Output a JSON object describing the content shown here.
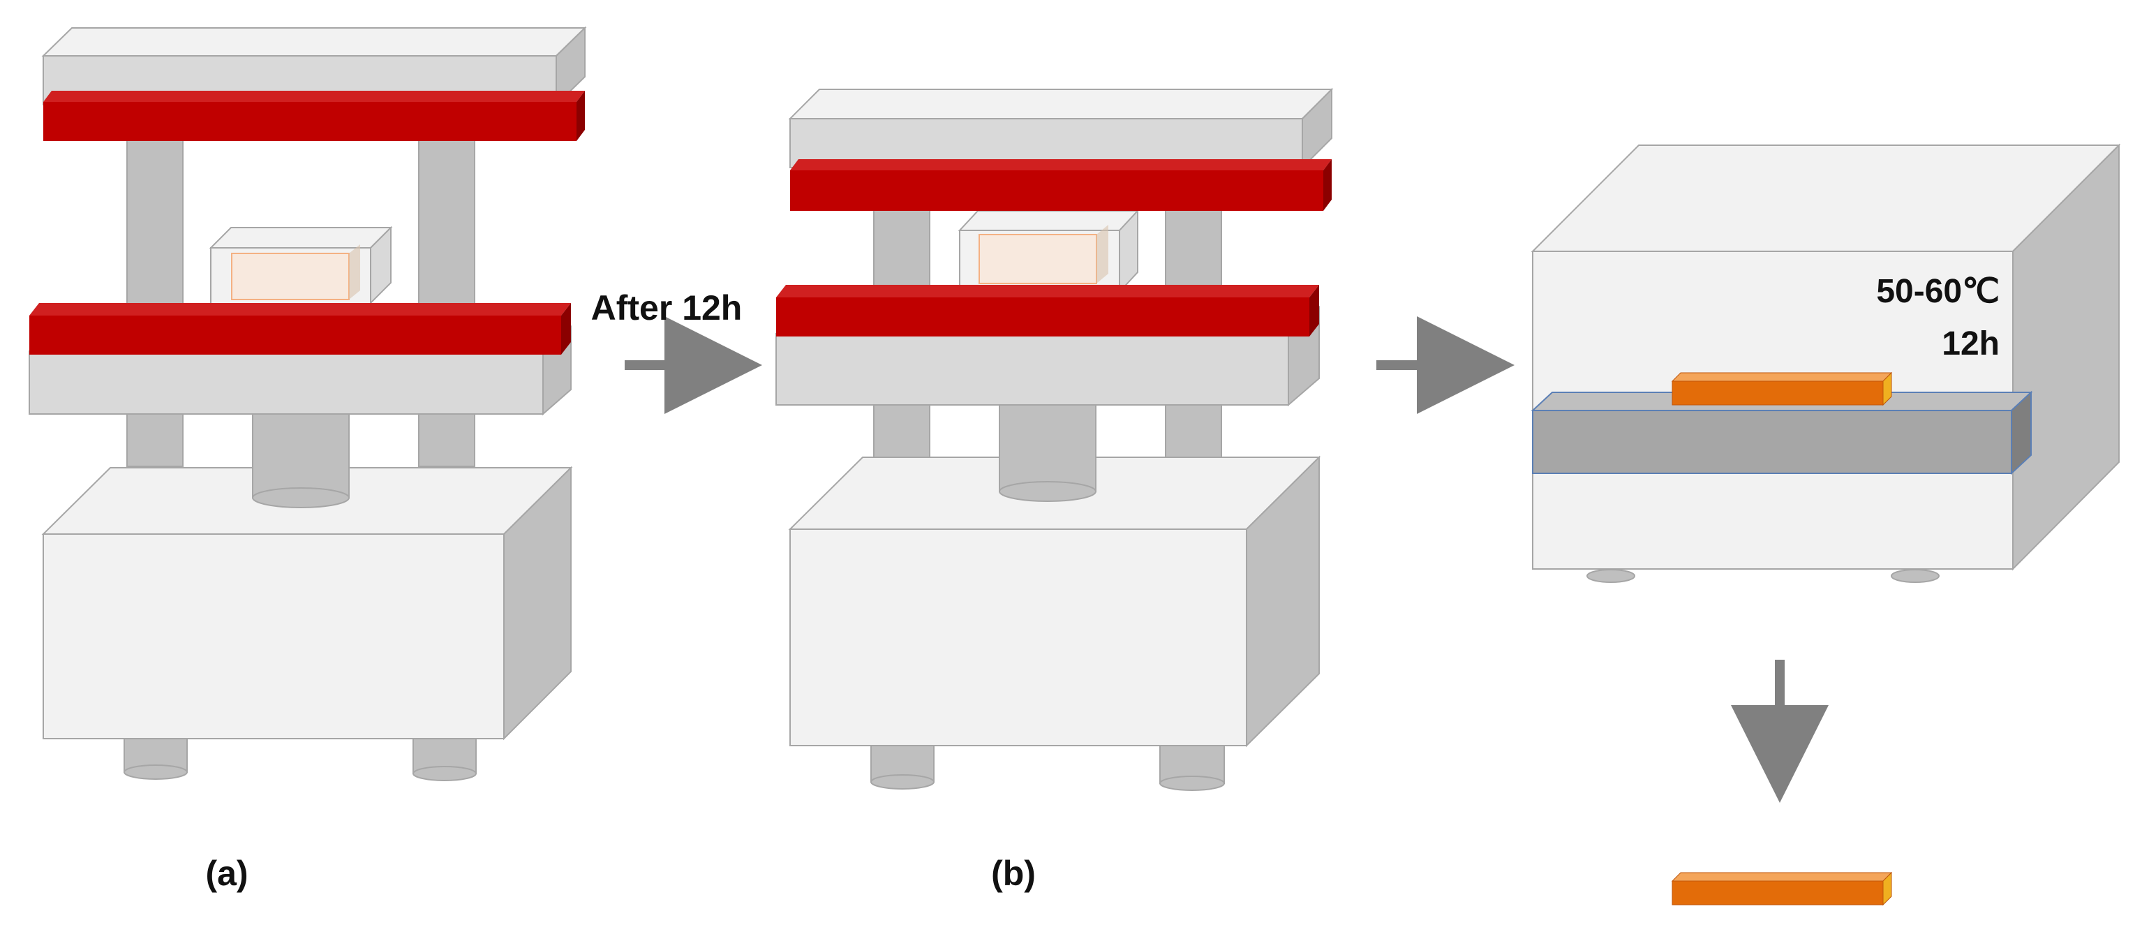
{
  "labels": {
    "panel_a": "(a)",
    "panel_b": "(b)",
    "after_time": "After 12h",
    "oven_temperature": "50-60℃",
    "oven_time": "12h"
  },
  "colors": {
    "press_plate": "#c00000",
    "sample": "#e36c09",
    "frame_light": "#f2f2f2",
    "frame_mid": "#d9d9d9",
    "frame_dark": "#bfbfbf",
    "arrow": "#808080",
    "shelf": "#a6a6a6"
  }
}
